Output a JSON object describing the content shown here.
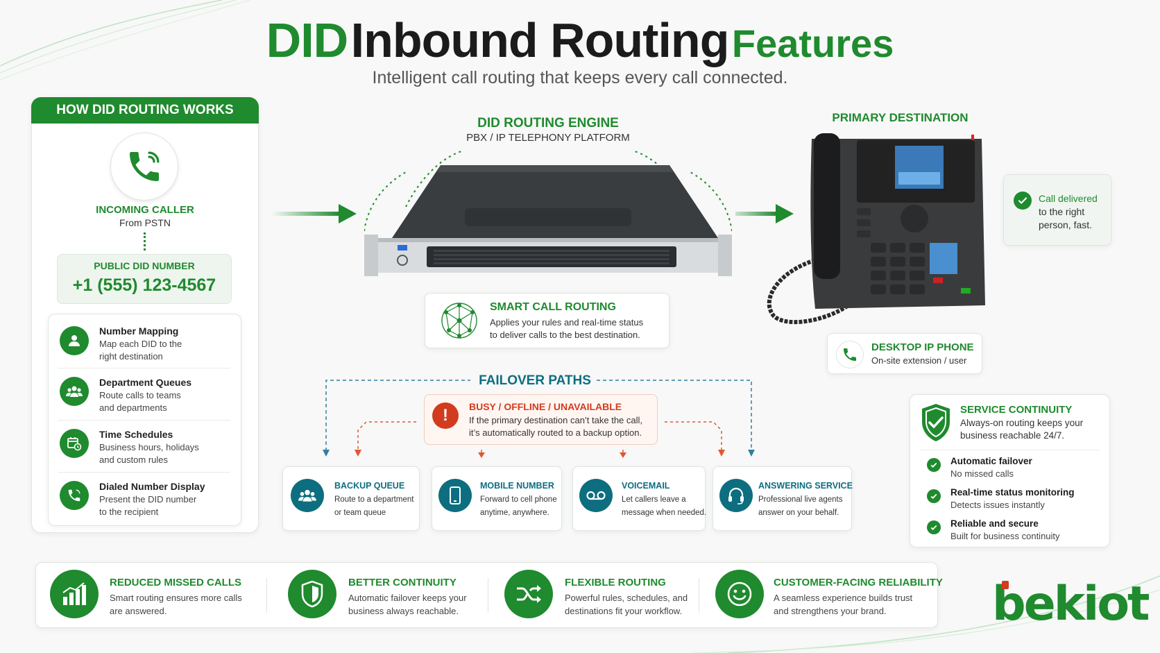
{
  "title": {
    "part1": "DID",
    "part2": "Inbound Routing",
    "part3": "Features"
  },
  "subtitle": "Intelligent call routing that keeps every call connected.",
  "how": {
    "header": "HOW DID ROUTING WORKS",
    "caller_title": "INCOMING CALLER",
    "caller_sub": "From PSTN",
    "did_label": "PUBLIC DID NUMBER",
    "did_number": "+1 (555) 123-4567",
    "items": [
      {
        "title": "Number Mapping",
        "line1": "Map each DID to the",
        "line2": "right destination",
        "icon": "user-icon"
      },
      {
        "title": "Department Queues",
        "line1": "Route calls to teams",
        "line2": "and departments",
        "icon": "group-icon"
      },
      {
        "title": "Time Schedules",
        "line1": "Business hours, holidays",
        "line2": "and custom rules",
        "icon": "calendar-clock-icon"
      },
      {
        "title": "Dialed Number Display",
        "line1": "Present the DID number",
        "line2": "to the recipient",
        "icon": "phone-icon"
      }
    ]
  },
  "engine": {
    "title": "DID ROUTING ENGINE",
    "sub": "PBX / IP TELEPHONY PLATFORM"
  },
  "smart": {
    "title": "SMART CALL ROUTING",
    "line1": "Applies your rules and real-time status",
    "line2": "to deliver calls to the best destination."
  },
  "primary": {
    "title": "PRIMARY DESTINATION"
  },
  "delivered": {
    "line1": "Call delivered",
    "line2": "to the right",
    "line3": "person, fast."
  },
  "desk": {
    "title": "DESKTOP IP PHONE",
    "sub": "On-site extension / user"
  },
  "failover": {
    "title": "FAILOVER PATHS",
    "busy_title": "BUSY / OFFLINE / UNAVAILABLE",
    "busy_line1": "If the primary destination can’t take the call,",
    "busy_line2": "it’s automatically routed to a backup option.",
    "options": [
      {
        "title": "BACKUP QUEUE",
        "line1": "Route to a department",
        "line2": "or team queue",
        "icon": "group-icon"
      },
      {
        "title": "MOBILE NUMBER",
        "line1": "Forward to cell phone",
        "line2": "anytime, anywhere.",
        "icon": "mobile-icon"
      },
      {
        "title": "VOICEMAIL",
        "line1": "Let callers leave a",
        "line2": "message when needed.",
        "icon": "voicemail-icon"
      },
      {
        "title": "ANSWERING SERVICE",
        "line1": "Professional live agents",
        "line2": "answer on your behalf.",
        "icon": "headset-icon"
      }
    ]
  },
  "continuity": {
    "title": "SERVICE CONTINUITY",
    "line1": "Always-on routing keeps your",
    "line2": "business reachable 24/7.",
    "items": [
      {
        "title": "Automatic failover",
        "sub": "No missed calls"
      },
      {
        "title": "Real-time status monitoring",
        "sub": "Detects issues instantly"
      },
      {
        "title": "Reliable and secure",
        "sub": "Built for business continuity"
      }
    ]
  },
  "benefits": [
    {
      "title": "REDUCED MISSED CALLS",
      "line1": "Smart routing ensures more calls",
      "line2": "are answered.",
      "icon": "bar-chart-icon"
    },
    {
      "title": "BETTER CONTINUITY",
      "line1": "Automatic failover keeps your",
      "line2": "business always reachable.",
      "icon": "shield-icon"
    },
    {
      "title": "FLEXIBLE ROUTING",
      "line1": "Powerful rules, schedules, and",
      "line2": "destinations fit your workflow.",
      "icon": "shuffle-icon"
    },
    {
      "title": "CUSTOMER-FACING RELIABILITY",
      "line1": "A seamless experience builds trust",
      "line2": "and strengthens your brand.",
      "icon": "smile-icon"
    }
  ],
  "brand": "bekiot",
  "colors": {
    "green": "#1f8a2e",
    "teal": "#0d6e80",
    "red": "#d23b1e"
  }
}
